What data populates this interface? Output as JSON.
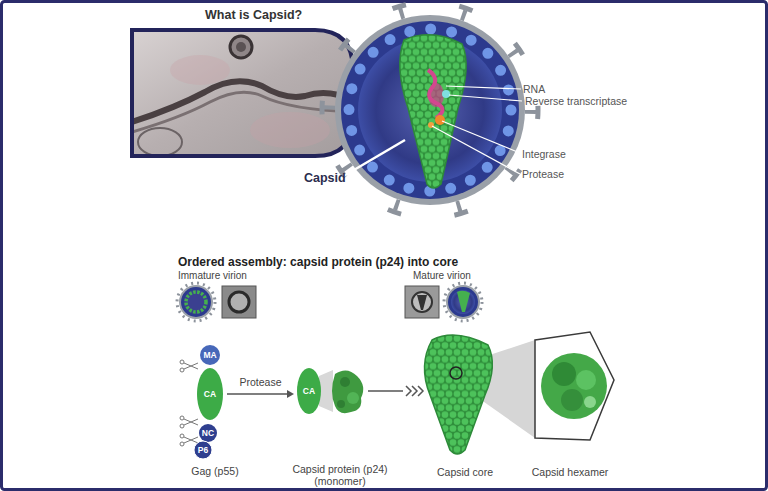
{
  "diagram": {
    "title": "What is Capsid?",
    "nodes": [
      {
        "text": [
          "MA"
        ]
      },
      {
        "text": [
          "CA"
        ]
      },
      {
        "text": [
          "NC"
        ]
      },
      {
        "text": [
          "P6"
        ]
      },
      {
        "text": [
          "CA"
        ]
      },
      {
        "text": [
          "Capsid core"
        ]
      },
      {
        "text": [
          "Capsid hexamer"
        ]
      }
    ],
    "edges": [
      {
        "from": 1,
        "to": 4,
        "arrow": "to",
        "label": "Protease"
      },
      {
        "from": 4,
        "to": 5,
        "arrow": "to"
      }
    ],
    "labels": [
      "RNA",
      "Reverse transcriptase",
      "Integrase",
      "Protease",
      "Capsid",
      "Ordered assembly: capsid protein (p24) into core",
      "Immature virion",
      "Mature virion",
      "Gag (p55)",
      "Capsid protein (p24) (monomer)"
    ]
  }
}
